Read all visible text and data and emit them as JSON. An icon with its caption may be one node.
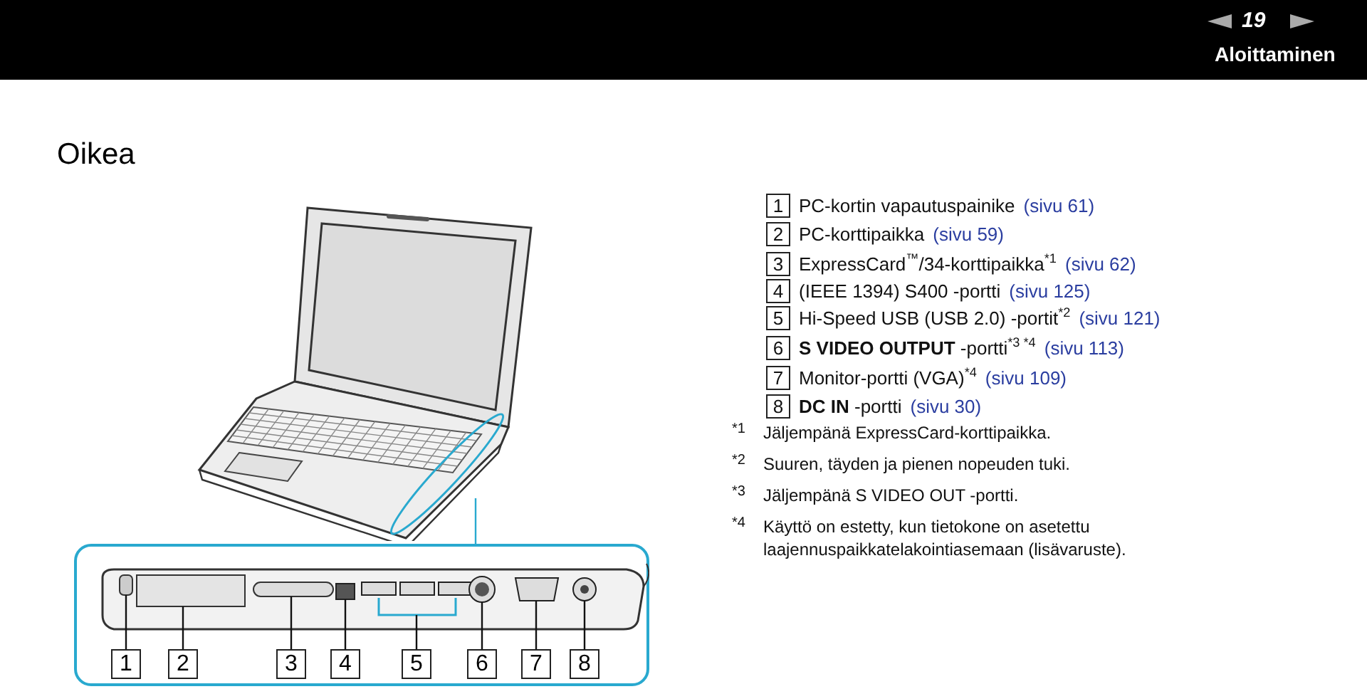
{
  "diagram": {
    "title": "Oikea",
    "nodes": [
      {
        "text": [],
        "shape": "picture"
      },
      {
        "text": [],
        "shape": "picture"
      },
      {
        "text": [
          "1"
        ],
        "in": 1
      },
      {
        "text": [
          "2"
        ],
        "in": 1
      },
      {
        "text": [
          "3"
        ],
        "in": 1
      },
      {
        "text": [
          "4"
        ],
        "in": 1
      },
      {
        "text": [
          "5"
        ],
        "in": 1
      },
      {
        "text": [
          "6"
        ],
        "in": 1
      },
      {
        "text": [
          "7"
        ],
        "in": 1
      },
      {
        "text": [
          "8"
        ],
        "in": 1
      }
    ],
    "edges": [
      {
        "from": 0,
        "to": 1,
        "arrow": "none",
        "color": "#29a9cf"
      },
      {
        "from": 2,
        "to": null,
        "arrow": "none"
      },
      {
        "from": 3,
        "to": null,
        "arrow": "none"
      },
      {
        "from": 4,
        "to": null,
        "arrow": "none"
      },
      {
        "from": 5,
        "to": null,
        "arrow": "none"
      },
      {
        "from": 6,
        "to": null,
        "arrow": "none"
      },
      {
        "from": 7,
        "to": null,
        "arrow": "none"
      },
      {
        "from": 8,
        "to": null,
        "arrow": "none"
      },
      {
        "from": 9,
        "to": null,
        "arrow": "none"
      }
    ],
    "labels": [
      "19",
      "Aloittaminen",
      "1",
      "PC-kortin vapautuspainike",
      "(sivu 61)",
      "2",
      "PC-korttipaikka",
      "(sivu 59)",
      "3",
      "ExpressCard$^{™}$/34-korttipaikka$^{*1}$",
      "(sivu 62)",
      "4",
      "(IEEE 1394) S400 -portti",
      "(sivu 125)",
      "5",
      "Hi-Speed USB (USB 2.0) -portit$^{*2}$",
      "(sivu 121)",
      "6",
      "**S VIDEO OUTPUT** -portti$^{*3 *4}$",
      "(sivu 113)",
      "7",
      "Monitor-portti (VGA)$^{*4}$",
      "(sivu 109)",
      "8",
      "**DC IN** -portti",
      "(sivu 30)",
      "*1",
      "Jäljempänä ExpressCard-korttipaikka.",
      "*2",
      "Suuren, täyden ja pienen nopeuden tuki.",
      "*3",
      "Jäljempänä S VIDEO OUT -portti.",
      "*4",
      "Käyttö on estetty, kun tietokone on asetettu laajennuspaikkatelakointiasemaan (lisävaruste)."
    ]
  }
}
